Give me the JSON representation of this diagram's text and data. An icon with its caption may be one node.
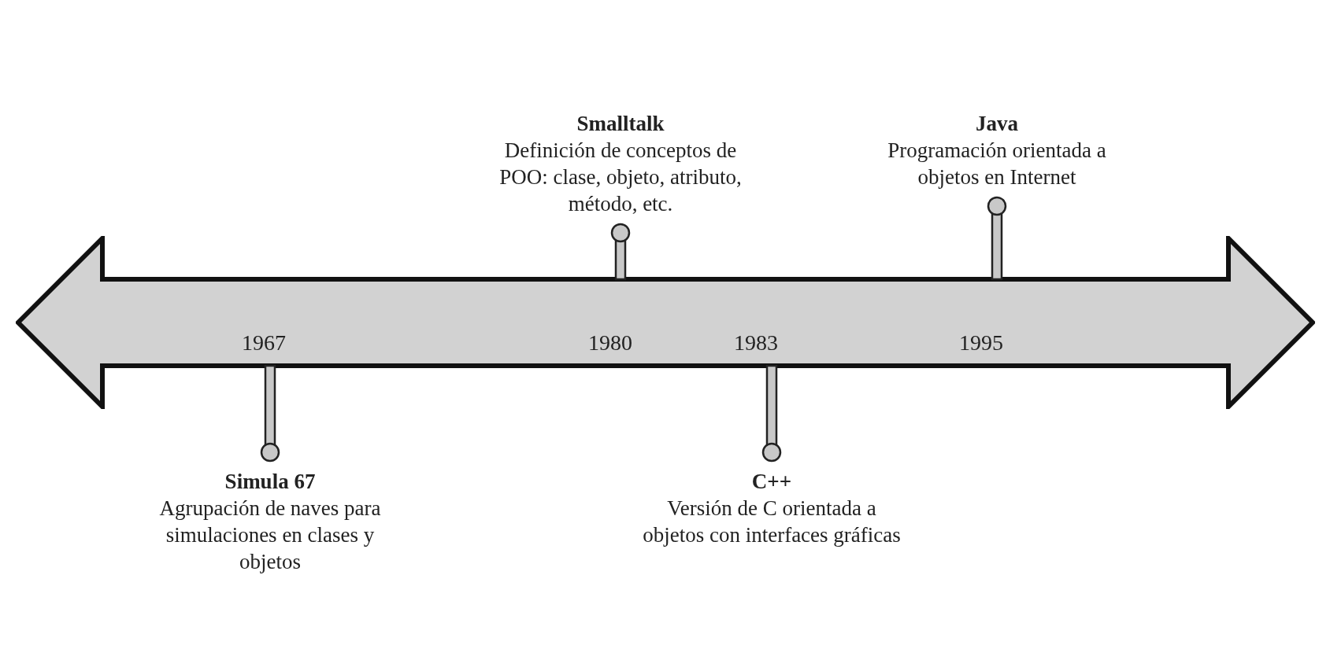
{
  "diagram": {
    "nodes": [
      {
        "text": [
          "Smalltalk",
          "Definición de conceptos de POO: clase, objeto, atributo, método, etc."
        ]
      },
      {
        "text": [
          "Java",
          "Programación orientada a objetos en Internet"
        ]
      },
      {
        "text": [
          "1967",
          "1980",
          "1983",
          "1995"
        ]
      },
      {
        "text": [
          "Simula 67",
          "Agrupación de naves para simulaciones en clases y objetos"
        ]
      },
      {
        "text": [
          "C++",
          "Versión de C orientada a objetos con interfaces gráficas"
        ]
      }
    ],
    "edges": [
      {
        "from": 0,
        "to": 2,
        "arrow": "other"
      },
      {
        "from": 1,
        "to": 2,
        "arrow": "other"
      },
      {
        "from": 3,
        "to": 2,
        "arrow": "other"
      },
      {
        "from": 4,
        "to": 2,
        "arrow": "other"
      }
    ]
  }
}
